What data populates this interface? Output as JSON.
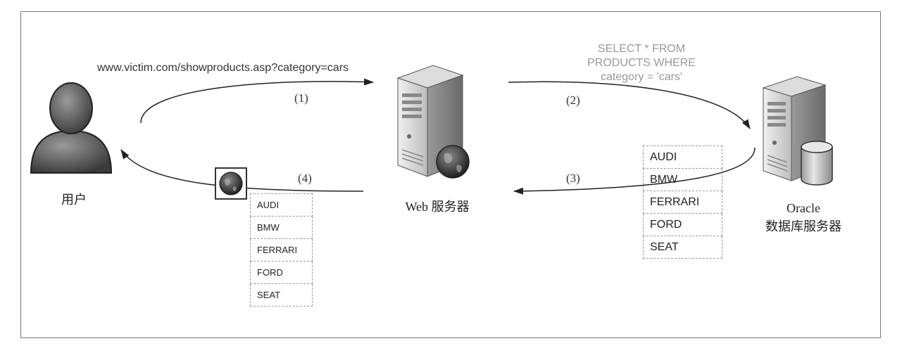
{
  "url_request": "www.victim.com/showproducts.asp?category=cars",
  "sql_query": {
    "line1": "SELECT * FROM",
    "line2": "PRODUCTS WHERE",
    "line3": "category = 'cars'"
  },
  "steps": [
    "(1)",
    "(2)",
    "(3)",
    "(4)"
  ],
  "nodes": {
    "user": "用户",
    "web_server": "Web 服务器",
    "db_server_line1": "Oracle",
    "db_server_line2": "数据库服务器"
  },
  "results_from_db": [
    "AUDI",
    "BMW",
    "FERRARI",
    "FORD",
    "SEAT"
  ],
  "results_to_user": [
    "AUDI",
    "BMW",
    "FERRARI",
    "FORD",
    "SEAT"
  ],
  "icons": {
    "user": "user-icon",
    "web_server": "web-server-icon",
    "db_server": "database-server-icon",
    "web_page": "globe-icon"
  }
}
